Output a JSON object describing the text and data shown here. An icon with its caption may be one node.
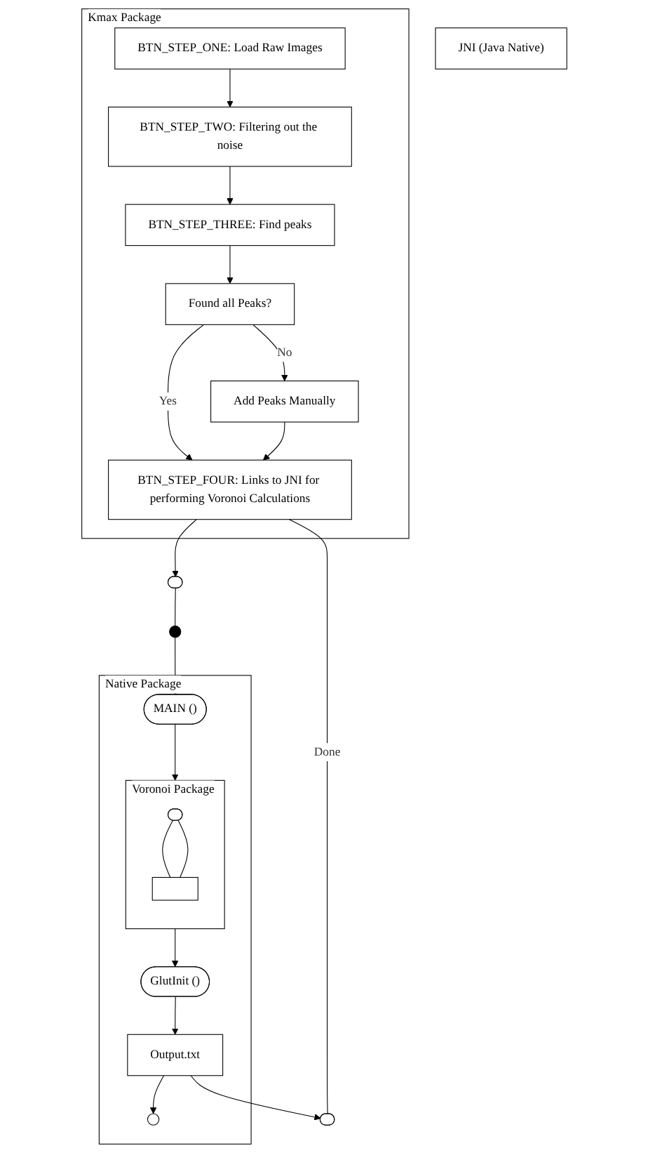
{
  "diagram": {
    "nodes": [
      {
        "text": [
          "Kmax Package"
        ]
      },
      {
        "text": [
          "BTN_STEP_ONE: Load Raw Images"
        ],
        "in": 0
      },
      {
        "text": [
          "BTN_STEP_TWO: Filtering out the noise"
        ],
        "in": 0
      },
      {
        "text": [
          "BTN_STEP_THREE: Find peaks"
        ],
        "in": 0
      },
      {
        "text": [
          "Found all Peaks?"
        ],
        "in": 0
      },
      {
        "text": [
          "Add Peaks Manually"
        ],
        "in": 0
      },
      {
        "text": [
          "BTN_STEP_FOUR: Links to JNI for performing Voronoi Calculations"
        ],
        "in": 0
      },
      {
        "text": [],
        "shape": "oval"
      },
      {
        "text": [],
        "shape": "oval"
      },
      {
        "text": [
          "Native Package"
        ]
      },
      {
        "text": [
          "JNI (Java Native)"
        ]
      },
      {
        "text": [],
        "shape": "circle"
      },
      {
        "text": [
          "MAIN ()"
        ],
        "in": 9
      },
      {
        "text": [
          "Voronoi Package"
        ],
        "in": 9
      },
      {
        "text": [],
        "shape": "oval",
        "in": 13
      },
      {
        "text": [],
        "shape": "box",
        "in": 13
      },
      {
        "text": [
          "GlutInit ()"
        ],
        "in": 9
      },
      {
        "text": [
          "Output.txt"
        ],
        "in": 9
      },
      {
        "text": [],
        "shape": "circle",
        "in": 9
      }
    ],
    "edges": [
      {
        "from": 1,
        "to": 2,
        "arrow": "to"
      },
      {
        "from": 2,
        "to": 3,
        "arrow": "to"
      },
      {
        "from": 3,
        "to": 4,
        "arrow": "to"
      },
      {
        "from": 4,
        "to": 5,
        "arrow": "to",
        "label": "No"
      },
      {
        "from": 4,
        "to": 6,
        "arrow": "to",
        "label": "Yes"
      },
      {
        "from": 5,
        "to": 6,
        "arrow": "to"
      },
      {
        "from": 6,
        "to": 7,
        "arrow": "none",
        "label": "Done"
      },
      {
        "from": 6,
        "to": 8,
        "arrow": "to"
      },
      {
        "from": 8,
        "to": 11,
        "arrow": "none"
      },
      {
        "from": 11,
        "to": 12,
        "arrow": "to"
      },
      {
        "from": 12,
        "to": 13,
        "arrow": "to"
      },
      {
        "from": 14,
        "to": 15,
        "arrow": "none"
      },
      {
        "from": 14,
        "to": 15,
        "arrow": "none"
      },
      {
        "from": 13,
        "to": 16,
        "arrow": "to"
      },
      {
        "from": 16,
        "to": 17,
        "arrow": "to"
      },
      {
        "from": 17,
        "to": 18,
        "arrow": "to"
      },
      {
        "from": 17,
        "to": 7,
        "arrow": "to"
      }
    ]
  }
}
